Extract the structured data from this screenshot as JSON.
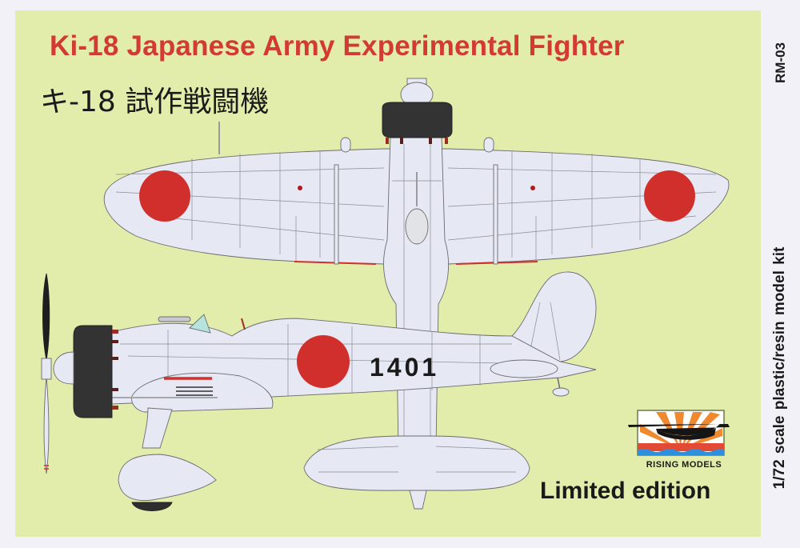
{
  "title": {
    "english": "Ki-18 Japanese Army Experimental Fighter",
    "japanese": "キ-18 試作戦闘機"
  },
  "kit_code": "RM-03",
  "kit_description": "1/72 scale plastic/resin  model kit",
  "edition": "Limited edition",
  "brand": {
    "name": "RISING MODELS",
    "logo_icon": "rising-sun-flying-boat-logo"
  },
  "aircraft": {
    "fuselage_number": "1401",
    "markings": "hinomaru",
    "views": [
      "top-view",
      "side-view",
      "tailplane-top-view"
    ]
  },
  "colors": {
    "background_panel": "#e2ecab",
    "border": "#f2f1f8",
    "title_red": "#d23a33",
    "hinomaru_red": "#d12f2c",
    "airframe": "#e6e8f4",
    "cowling": "#333333",
    "text_dark": "#1a1a1a",
    "canopy": "#b7e3dd"
  }
}
